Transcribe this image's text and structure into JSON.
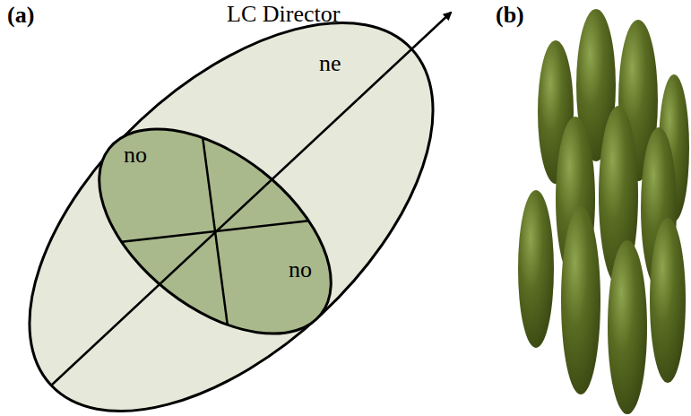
{
  "diagram": {
    "labels": [
      "(a)",
      "LC Director",
      "ne",
      "no",
      "no",
      "(b)"
    ]
  }
}
